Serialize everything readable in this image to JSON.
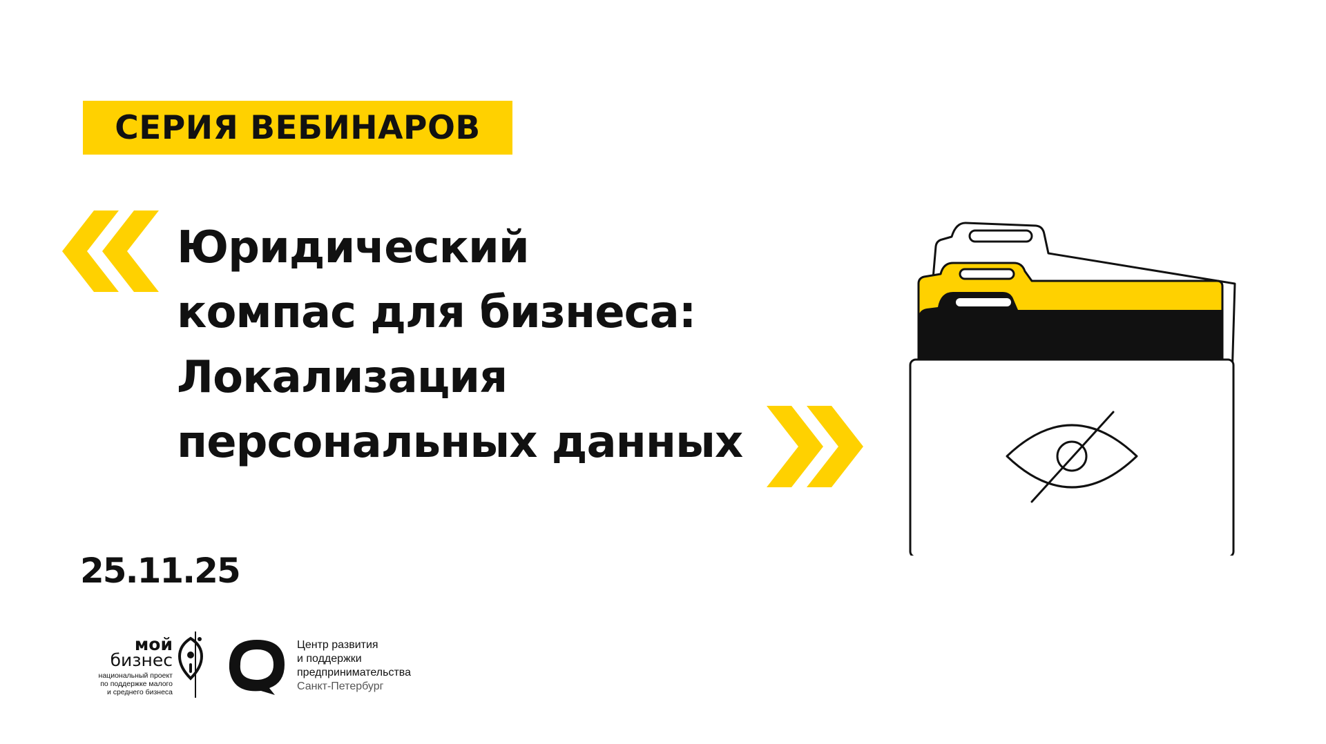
{
  "series": {
    "label": "СЕРИЯ ВЕБИНАРОВ"
  },
  "title": {
    "lines": [
      "Юридический",
      "компас для бизнеса:",
      "Локализация",
      "персональных данных"
    ]
  },
  "event": {
    "date": "25.11.25"
  },
  "logos": {
    "moy_biznes": {
      "word1": "мой",
      "word2": "бизнес",
      "subtitle": [
        "национальный проект",
        "по поддержке малого",
        "и среднего бизнеса"
      ]
    },
    "center": {
      "lines": [
        "Центр развития",
        "и поддержки",
        "предпринимательства"
      ],
      "city": "Санкт-Петербург"
    }
  },
  "icons": {
    "chevrons_left": "double-chevron-left-icon",
    "chevrons_right": "double-chevron-right-icon",
    "folder": "folder-hidden-eye-icon"
  },
  "colors": {
    "accent_yellow": "#ffd100",
    "text_dark": "#111111",
    "background": "#ffffff"
  }
}
